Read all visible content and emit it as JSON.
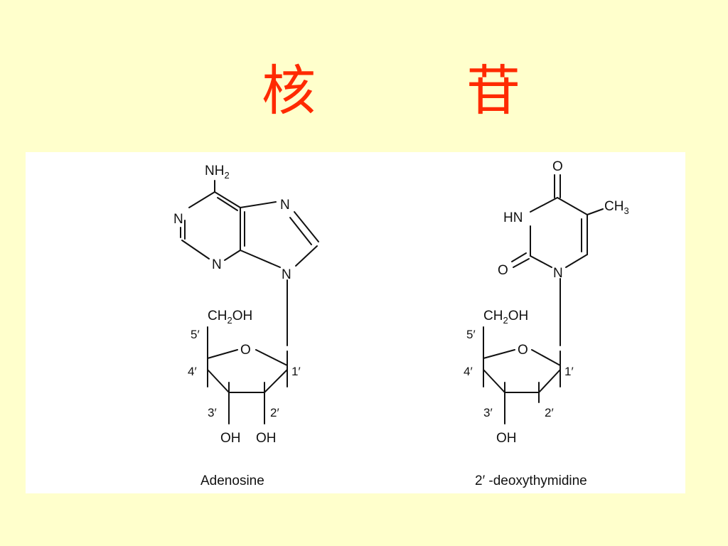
{
  "title": {
    "char1": "核",
    "char2": "苷"
  },
  "molecules": [
    {
      "name": "Adenosine",
      "base_atoms": {
        "amino": "NH",
        "amino_sub": "2",
        "n1": "N",
        "n3": "N",
        "n7": "N",
        "n9": "N"
      },
      "sugar": {
        "ch2oh_a": "CH",
        "ch2oh_sub": "2",
        "ch2oh_b": "OH",
        "ring_o": "O",
        "p5": "5′",
        "p4": "4′",
        "p1": "1′",
        "p3": "3′",
        "p2": "2′",
        "oh3": "OH",
        "oh2": "OH"
      }
    },
    {
      "name": "2′ -deoxythymidine",
      "base_atoms": {
        "carbonyl_o": "O",
        "hn": "HN",
        "ch3": "CH",
        "ch3_sub": "3",
        "o2": "O",
        "n1": "N"
      },
      "sugar": {
        "ch2oh_a": "CH",
        "ch2oh_sub": "2",
        "ch2oh_b": "OH",
        "ring_o": "O",
        "p5": "5′",
        "p4": "4′",
        "p1": "1′",
        "p3": "3′",
        "p2": "2′",
        "oh3": "OH"
      }
    }
  ],
  "colors": {
    "background": "#ffffcc",
    "title": "#ff2a00",
    "panel": "#ffffff",
    "ink": "#111111"
  }
}
